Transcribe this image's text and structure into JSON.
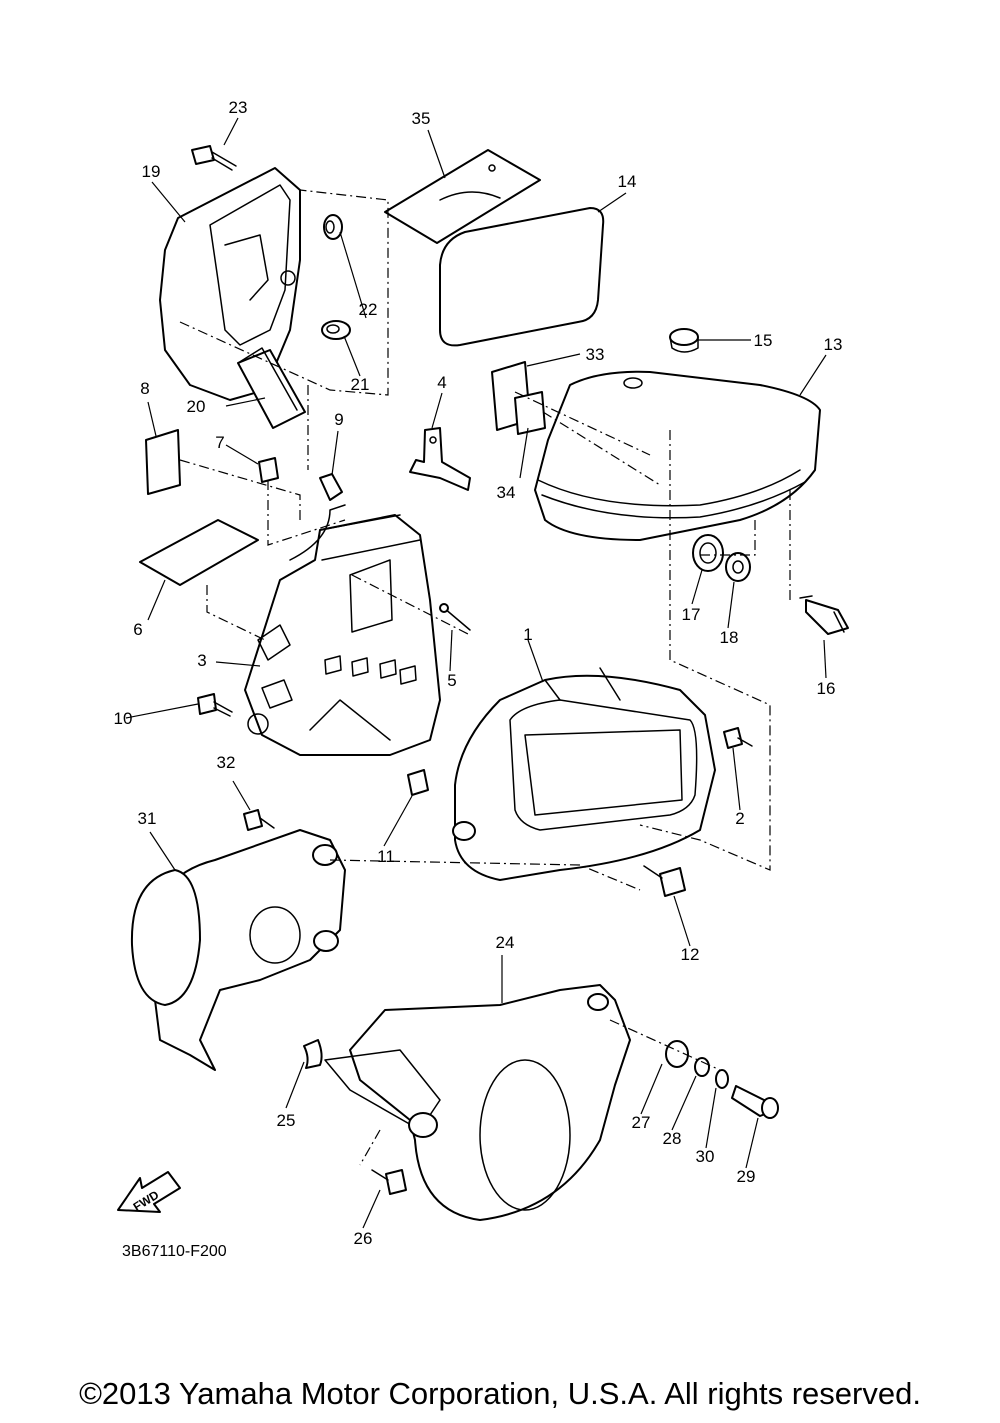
{
  "diagram": {
    "reference_code": "3B67110-F200",
    "fwd_label": "FWD",
    "callouts": [
      "1",
      "2",
      "3",
      "4",
      "5",
      "6",
      "7",
      "8",
      "9",
      "10",
      "11",
      "12",
      "13",
      "14",
      "15",
      "16",
      "17",
      "18",
      "19",
      "20",
      "21",
      "22",
      "23",
      "24",
      "25",
      "26",
      "27",
      "28",
      "29",
      "30",
      "31",
      "32",
      "33",
      "34",
      "35"
    ]
  },
  "footer": {
    "copyright": "©2013 Yamaha Motor Corporation, U.S.A. All rights reserved."
  }
}
